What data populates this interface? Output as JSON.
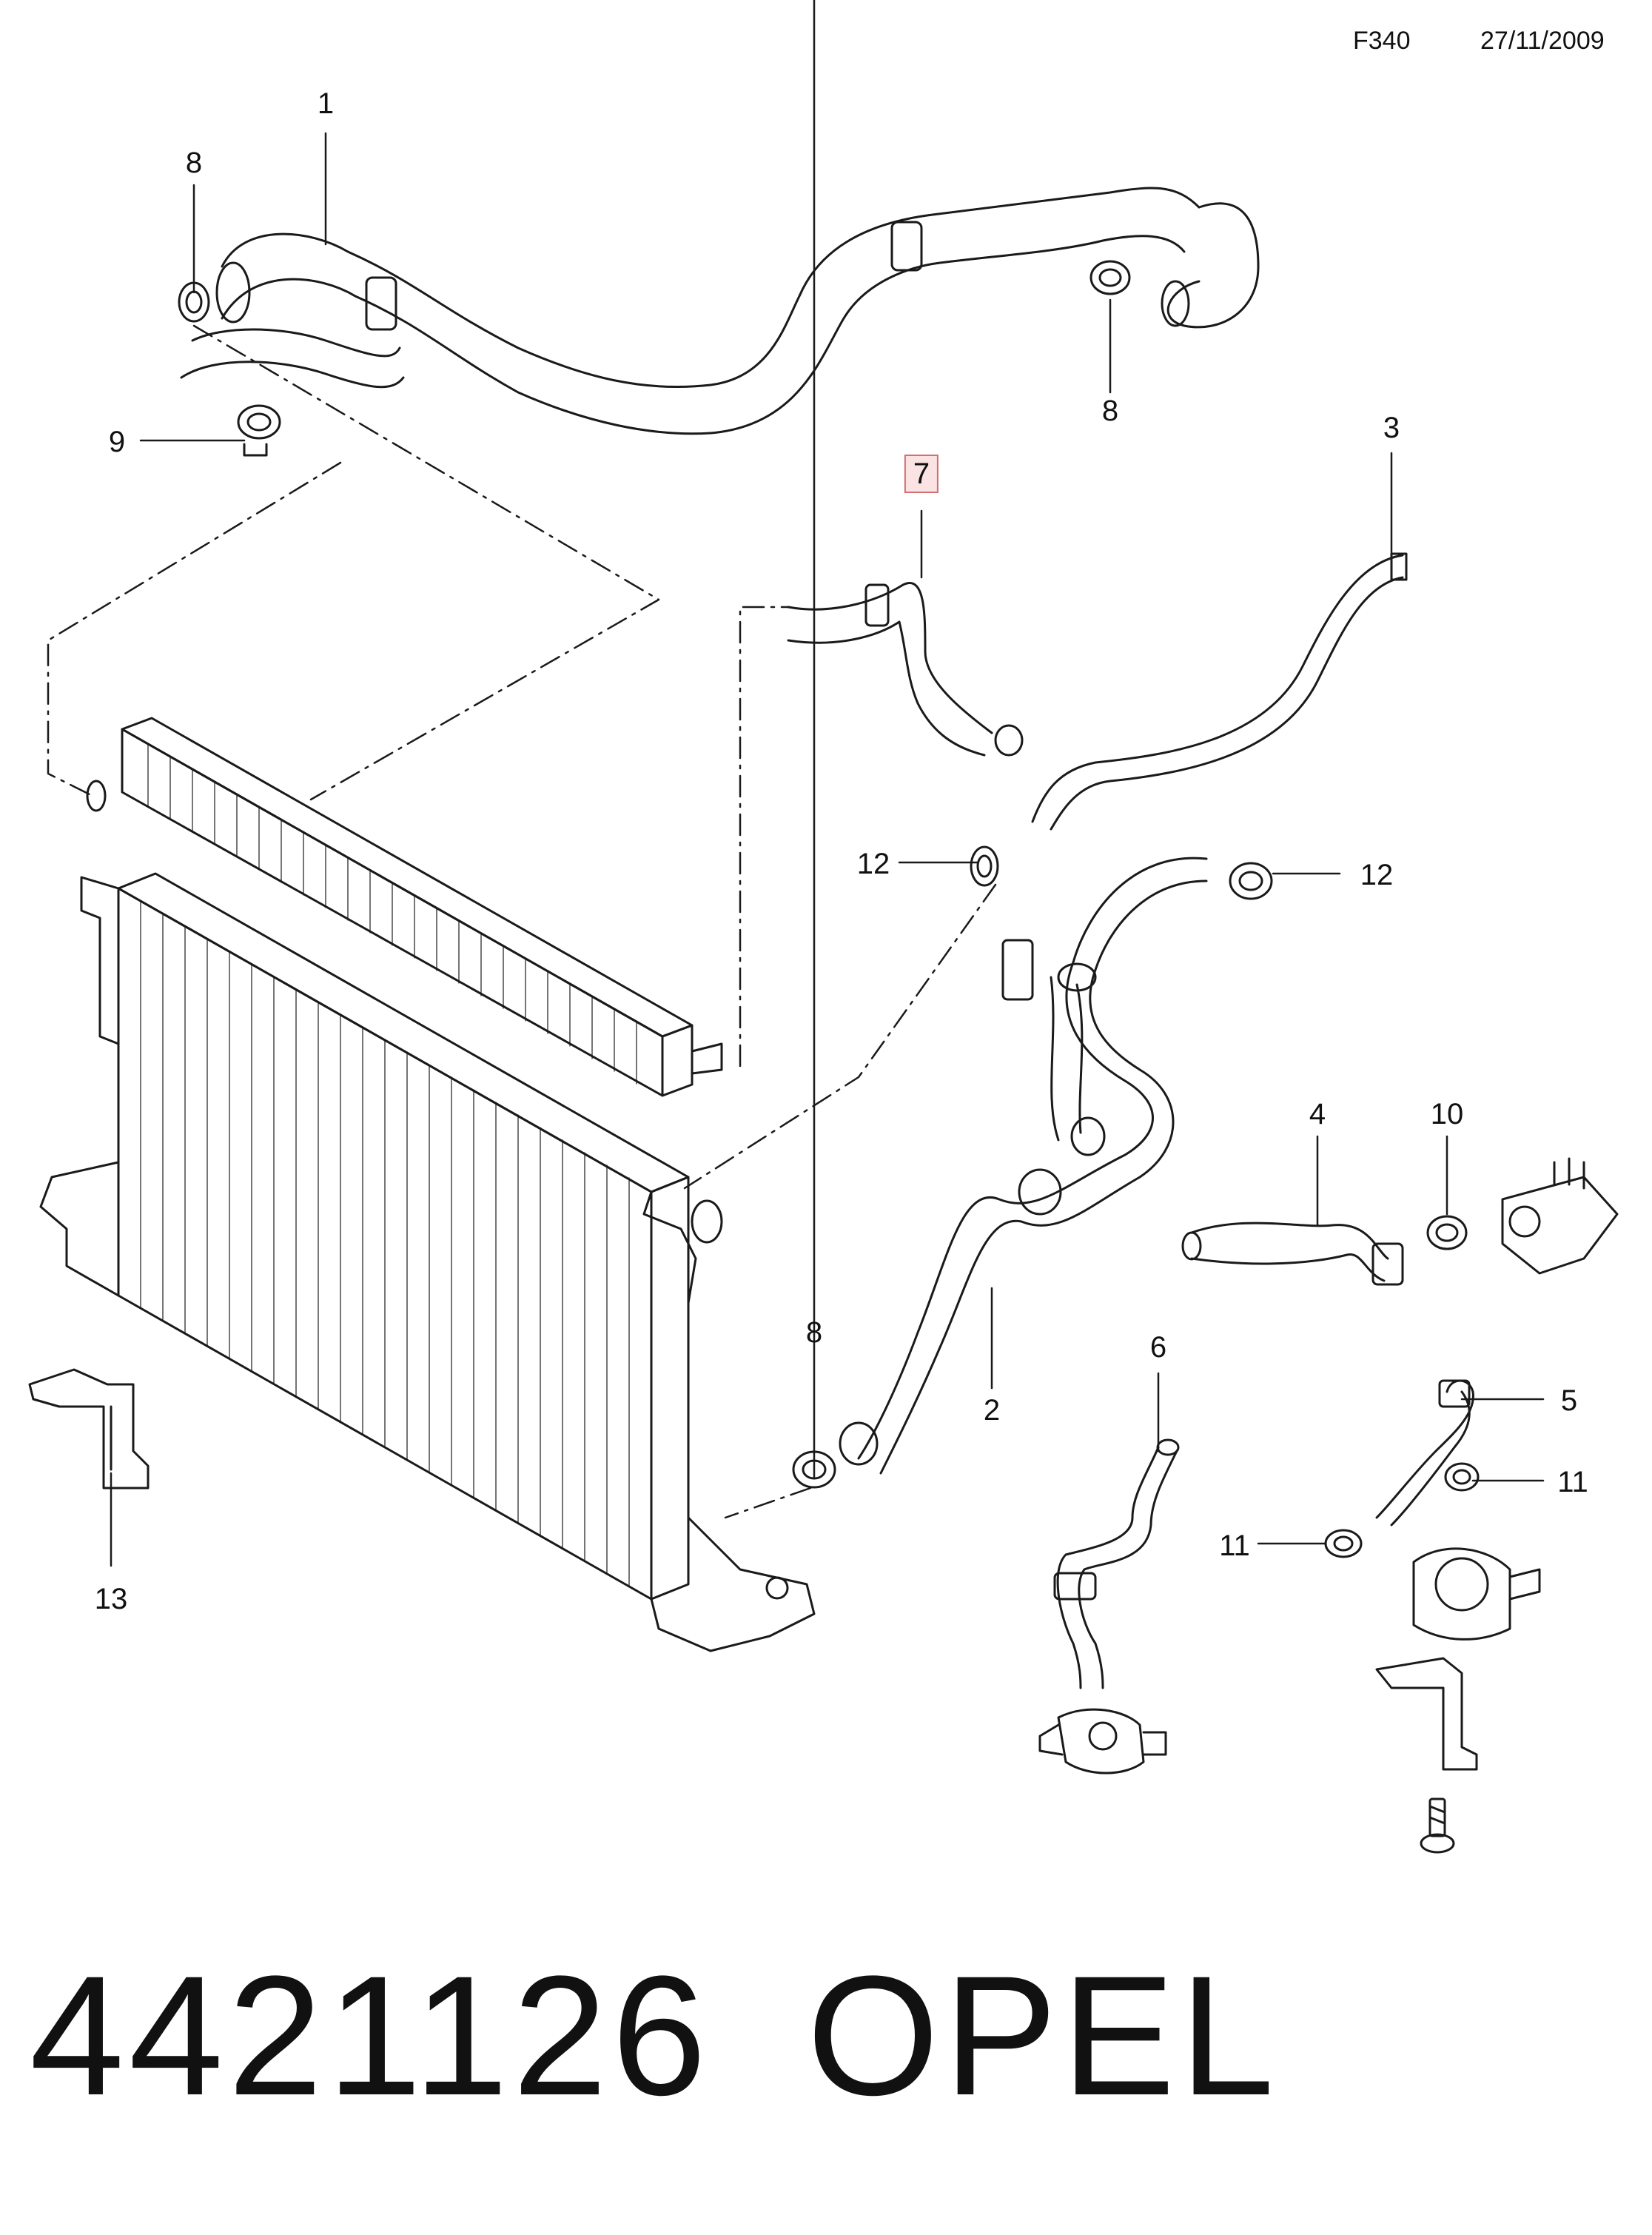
{
  "header": {
    "code": "F340",
    "date": "27/11/2009"
  },
  "callouts": [
    {
      "id": "c1",
      "label": "1"
    },
    {
      "id": "c8a",
      "label": "8"
    },
    {
      "id": "c8b",
      "label": "8"
    },
    {
      "id": "c9",
      "label": "9"
    },
    {
      "id": "c7",
      "label": "7",
      "highlighted": true
    },
    {
      "id": "c3",
      "label": "3"
    },
    {
      "id": "c12a",
      "label": "12"
    },
    {
      "id": "c12b",
      "label": "12"
    },
    {
      "id": "c4",
      "label": "4"
    },
    {
      "id": "c10",
      "label": "10"
    },
    {
      "id": "c8c",
      "label": "8"
    },
    {
      "id": "c6",
      "label": "6"
    },
    {
      "id": "c2",
      "label": "2"
    },
    {
      "id": "c5",
      "label": "5"
    },
    {
      "id": "c11a",
      "label": "11"
    },
    {
      "id": "c11b",
      "label": "11"
    },
    {
      "id": "c13",
      "label": "13"
    }
  ],
  "footer": {
    "part_number": "4421126",
    "brand": "OPEL"
  },
  "colors": {
    "line": "#1a1a1a",
    "highlight_fill": "#fbe3e3",
    "highlight_border": "#d07070"
  }
}
